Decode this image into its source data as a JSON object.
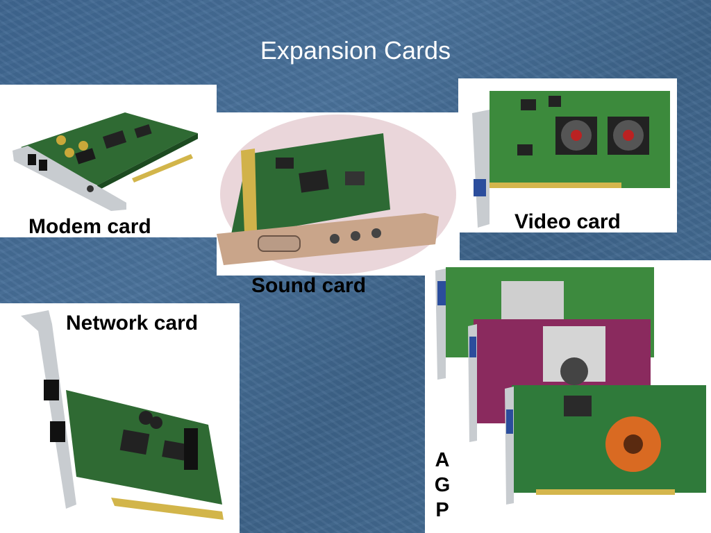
{
  "slide": {
    "title": "Expansion Cards"
  },
  "cards": {
    "modem": {
      "label": "Modem card"
    },
    "sound": {
      "label": "Sound card"
    },
    "video": {
      "label": "Video card"
    },
    "network": {
      "label": "Network card"
    },
    "agp": {
      "letters": [
        "A",
        "G",
        "P"
      ]
    }
  },
  "colors": {
    "background": "#436b93",
    "title_text": "#ffffff",
    "label_text": "#000000",
    "pcb_green": "#2f6f35",
    "bracket_silver": "#c8ccd0"
  },
  "icons": [
    "modem-card-image",
    "sound-card-image",
    "video-card-image",
    "network-card-image",
    "agp-cards-image"
  ]
}
